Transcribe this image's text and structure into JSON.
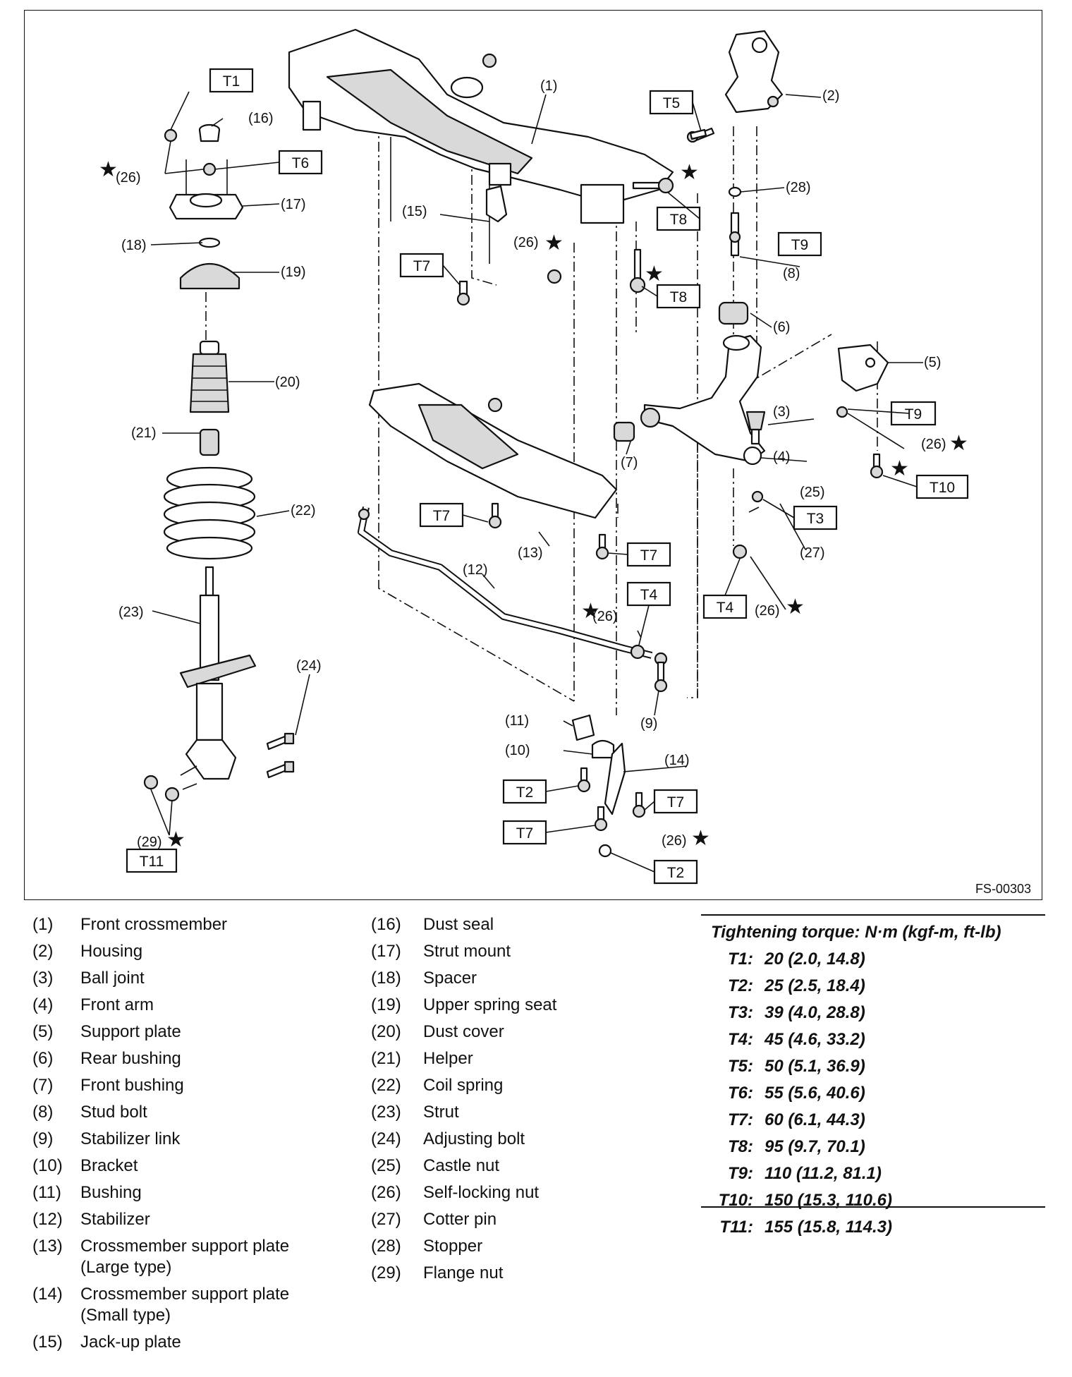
{
  "figure_code": "FS-00303",
  "torque_boxes": [
    "T1",
    "T2",
    "T3",
    "T4",
    "T5",
    "T6",
    "T7",
    "T8",
    "T9",
    "T10",
    "T11"
  ],
  "callouts": [
    "(1)",
    "(2)",
    "(3)",
    "(4)",
    "(5)",
    "(6)",
    "(7)",
    "(8)",
    "(9)",
    "(10)",
    "(11)",
    "(12)",
    "(13)",
    "(14)",
    "(15)",
    "(16)",
    "(17)",
    "(18)",
    "(19)",
    "(20)",
    "(21)",
    "(22)",
    "(23)",
    "(24)",
    "(25)",
    "(26)",
    "(27)",
    "(28)",
    "(29)"
  ],
  "star_symbol": "★",
  "parts_left": [
    {
      "num": "(1)",
      "name": "Front crossmember"
    },
    {
      "num": "(2)",
      "name": "Housing"
    },
    {
      "num": "(3)",
      "name": "Ball joint"
    },
    {
      "num": "(4)",
      "name": "Front arm"
    },
    {
      "num": "(5)",
      "name": "Support plate"
    },
    {
      "num": "(6)",
      "name": "Rear bushing"
    },
    {
      "num": "(7)",
      "name": "Front bushing"
    },
    {
      "num": "(8)",
      "name": "Stud bolt"
    },
    {
      "num": "(9)",
      "name": "Stabilizer link"
    },
    {
      "num": "(10)",
      "name": "Bracket"
    },
    {
      "num": "(11)",
      "name": "Bushing"
    },
    {
      "num": "(12)",
      "name": "Stabilizer"
    },
    {
      "num": "(13)",
      "name": "Crossmember support plate",
      "name2": "(Large type)"
    },
    {
      "num": "(14)",
      "name": "Crossmember support plate",
      "name2": "(Small type)"
    },
    {
      "num": "(15)",
      "name": "Jack-up plate"
    }
  ],
  "parts_right": [
    {
      "num": "(16)",
      "name": "Dust seal"
    },
    {
      "num": "(17)",
      "name": "Strut mount"
    },
    {
      "num": "(18)",
      "name": "Spacer"
    },
    {
      "num": "(19)",
      "name": "Upper spring seat"
    },
    {
      "num": "(20)",
      "name": "Dust cover"
    },
    {
      "num": "(21)",
      "name": "Helper"
    },
    {
      "num": "(22)",
      "name": "Coil spring"
    },
    {
      "num": "(23)",
      "name": "Strut"
    },
    {
      "num": "(24)",
      "name": "Adjusting bolt"
    },
    {
      "num": "(25)",
      "name": "Castle nut"
    },
    {
      "num": "(26)",
      "name": "Self-locking nut"
    },
    {
      "num": "(27)",
      "name": "Cotter pin"
    },
    {
      "num": "(28)",
      "name": "Stopper"
    },
    {
      "num": "(29)",
      "name": "Flange nut"
    }
  ],
  "torque_title": "Tightening torque: N·m (kgf-m, ft-lb)",
  "torques": [
    {
      "key": "T1:",
      "value": "20 (2.0, 14.8)"
    },
    {
      "key": "T2:",
      "value": "25 (2.5, 18.4)"
    },
    {
      "key": "T3:",
      "value": "39 (4.0, 28.8)"
    },
    {
      "key": "T4:",
      "value": "45 (4.6, 33.2)"
    },
    {
      "key": "T5:",
      "value": "50 (5.1, 36.9)"
    },
    {
      "key": "T6:",
      "value": "55 (5.6, 40.6)"
    },
    {
      "key": "T7:",
      "value": "60 (6.1, 44.3)"
    },
    {
      "key": "T8:",
      "value": "95 (9.7, 70.1)"
    },
    {
      "key": "T9:",
      "value": "110 (11.2, 81.1)"
    },
    {
      "key": "T10:",
      "value": "150 (15.3, 110.6)"
    },
    {
      "key": "T11:",
      "value": "155 (15.8, 114.3)"
    }
  ]
}
